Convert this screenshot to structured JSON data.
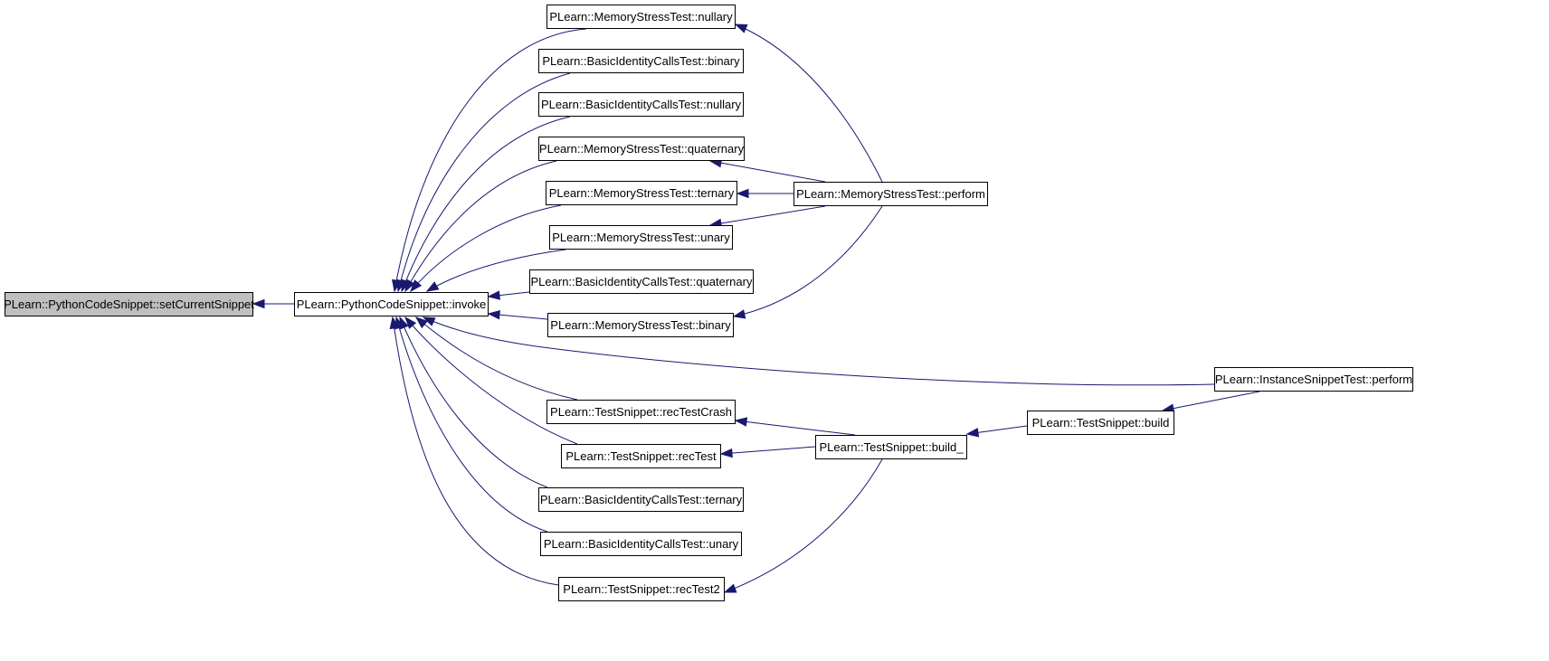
{
  "graph": {
    "edge_color": "#191970",
    "root_fill": "#bfbfbf",
    "nodes": [
      {
        "id": "setCurrentSnippet",
        "label": "PLearn::PythonCodeSnippet::setCurrentSnippet",
        "root": true
      },
      {
        "id": "invoke",
        "label": "PLearn::PythonCodeSnippet::invoke"
      },
      {
        "id": "ms_nullary",
        "label": "PLearn::MemoryStressTest::nullary"
      },
      {
        "id": "bic_binary",
        "label": "PLearn::BasicIdentityCallsTest::binary"
      },
      {
        "id": "bic_nullary",
        "label": "PLearn::BasicIdentityCallsTest::nullary"
      },
      {
        "id": "ms_quaternary",
        "label": "PLearn::MemoryStressTest::quaternary"
      },
      {
        "id": "ms_ternary",
        "label": "PLearn::MemoryStressTest::ternary"
      },
      {
        "id": "ms_unary",
        "label": "PLearn::MemoryStressTest::unary"
      },
      {
        "id": "bic_quaternary",
        "label": "PLearn::BasicIdentityCallsTest::quaternary"
      },
      {
        "id": "ms_binary",
        "label": "PLearn::MemoryStressTest::binary"
      },
      {
        "id": "ts_recTestCrash",
        "label": "PLearn::TestSnippet::recTestCrash"
      },
      {
        "id": "ts_recTest",
        "label": "PLearn::TestSnippet::recTest"
      },
      {
        "id": "bic_ternary",
        "label": "PLearn::BasicIdentityCallsTest::ternary"
      },
      {
        "id": "bic_unary",
        "label": "PLearn::BasicIdentityCallsTest::unary"
      },
      {
        "id": "ts_recTest2",
        "label": "PLearn::TestSnippet::recTest2"
      },
      {
        "id": "ms_perform",
        "label": "PLearn::MemoryStressTest::perform"
      },
      {
        "id": "ts_build_",
        "label": "PLearn::TestSnippet::build_"
      },
      {
        "id": "ts_build",
        "label": "PLearn::TestSnippet::build"
      },
      {
        "id": "ist_perform",
        "label": "PLearn::InstanceSnippetTest::perform"
      }
    ],
    "edges": [
      {
        "from": "invoke",
        "to": "setCurrentSnippet"
      },
      {
        "from": "ms_nullary",
        "to": "invoke"
      },
      {
        "from": "bic_binary",
        "to": "invoke"
      },
      {
        "from": "bic_nullary",
        "to": "invoke"
      },
      {
        "from": "ms_quaternary",
        "to": "invoke"
      },
      {
        "from": "ms_ternary",
        "to": "invoke"
      },
      {
        "from": "ms_unary",
        "to": "invoke"
      },
      {
        "from": "bic_quaternary",
        "to": "invoke"
      },
      {
        "from": "ms_binary",
        "to": "invoke"
      },
      {
        "from": "ist_perform",
        "to": "invoke"
      },
      {
        "from": "ts_recTestCrash",
        "to": "invoke"
      },
      {
        "from": "ts_recTest",
        "to": "invoke"
      },
      {
        "from": "bic_ternary",
        "to": "invoke"
      },
      {
        "from": "bic_unary",
        "to": "invoke"
      },
      {
        "from": "ts_recTest2",
        "to": "invoke"
      },
      {
        "from": "ms_perform",
        "to": "ms_nullary"
      },
      {
        "from": "ms_perform",
        "to": "ms_quaternary"
      },
      {
        "from": "ms_perform",
        "to": "ms_ternary"
      },
      {
        "from": "ms_perform",
        "to": "ms_unary"
      },
      {
        "from": "ms_perform",
        "to": "ms_binary"
      },
      {
        "from": "ts_build_",
        "to": "ts_recTestCrash"
      },
      {
        "from": "ts_build_",
        "to": "ts_recTest"
      },
      {
        "from": "ts_build_",
        "to": "ts_recTest2"
      },
      {
        "from": "ts_build",
        "to": "ts_build_"
      },
      {
        "from": "ist_perform",
        "to": "ts_build"
      }
    ]
  }
}
